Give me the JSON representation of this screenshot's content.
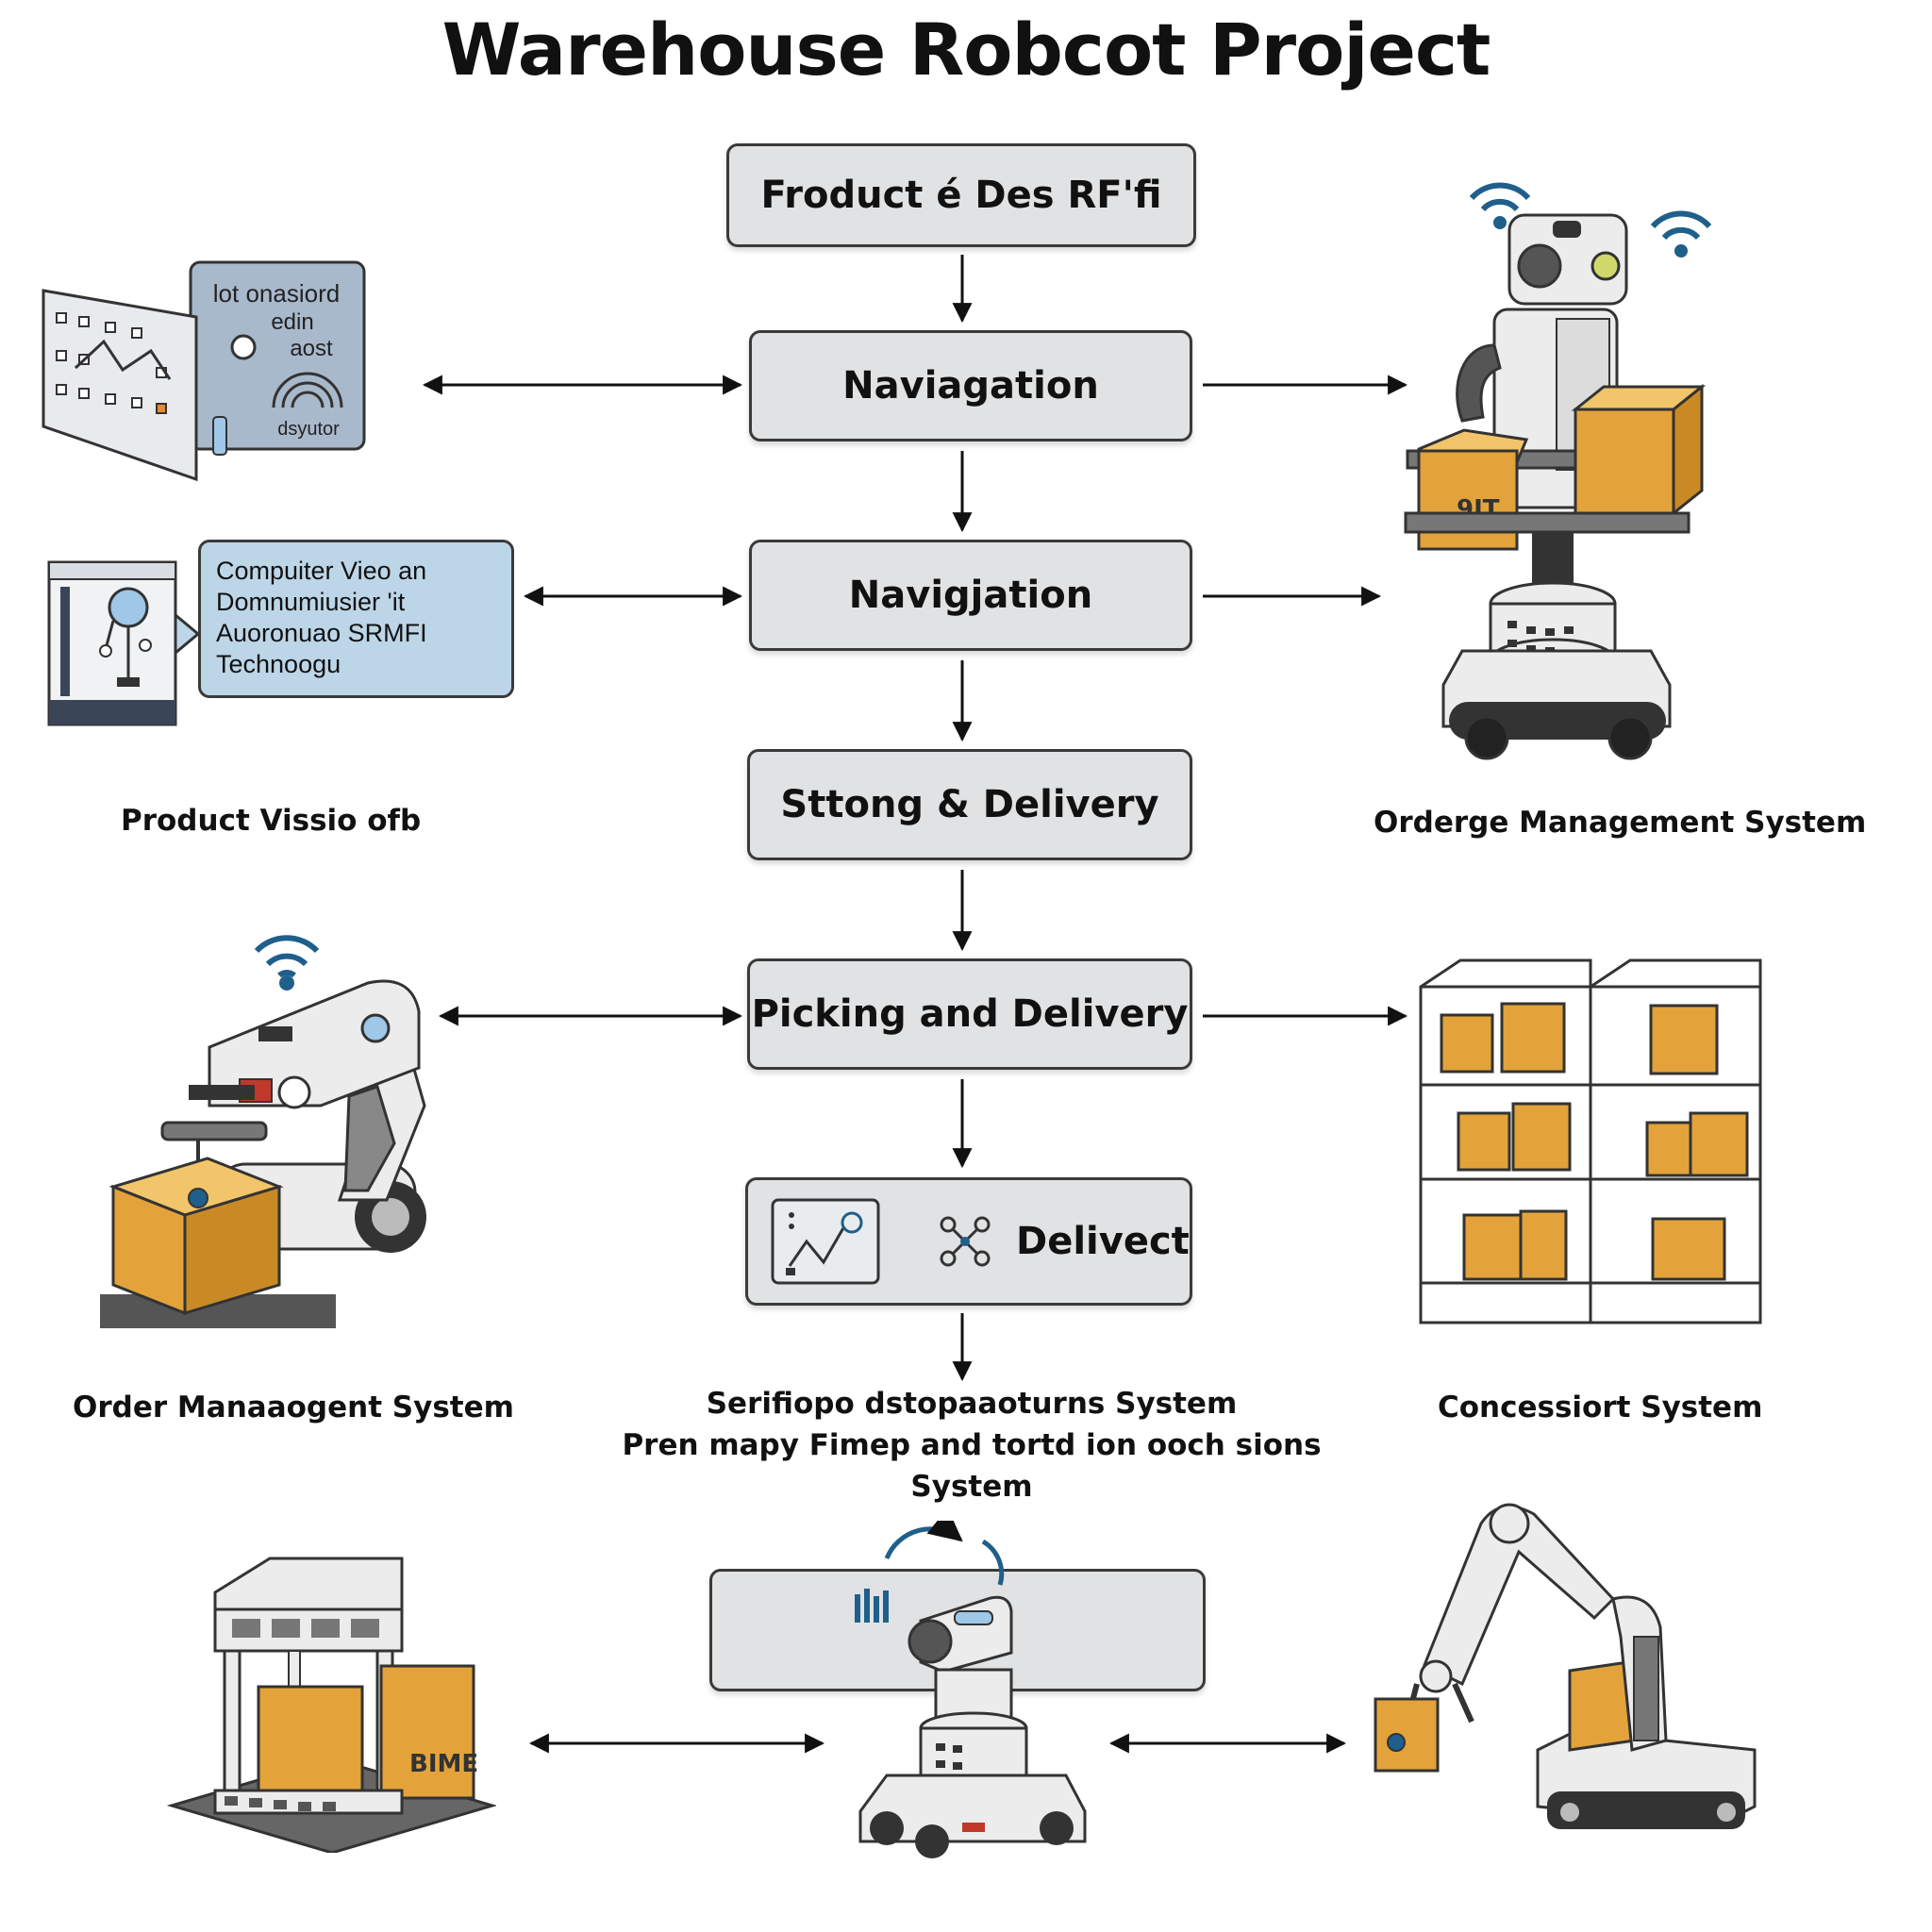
{
  "title": "Warehouse Robcot Project",
  "flow": [
    {
      "label": "Froduct é Des RF'fi"
    },
    {
      "label": "Naviagation"
    },
    {
      "label": "Navigjation"
    },
    {
      "label": "Sttong & Delivery"
    },
    {
      "label": "Picking and Delivery"
    },
    {
      "label": "Delivect"
    }
  ],
  "left_panel": {
    "line1": "lot onasiord",
    "line2": "edin",
    "line3": "aost",
    "line4": "dsyutor"
  },
  "bubble": {
    "lines": [
      "Compuiter Vieo an",
      "Domnumiusier 'it",
      "Auoronuao SRMFI",
      "Technoogu"
    ]
  },
  "labels": {
    "product_vision": "Product Vissio ofb",
    "order_mgmt_right": "Orderge Management System",
    "order_mgmt_left": "Order Manaaogent System",
    "concession": "Concessiort System"
  },
  "center_caption": [
    "Serifiopo dstopaaoturns System",
    "Pren mapy Fimep and tortd ion ooch sions",
    "System"
  ],
  "robot_box_text": "9IT",
  "warehouse_box_text": "BIME",
  "colors": {
    "box_fill": "#e1e2e3",
    "box_border": "#3a3a3a",
    "crate": "#e3a33a",
    "bubble": "#bcd6e8",
    "accent": "#1f5f8b"
  }
}
